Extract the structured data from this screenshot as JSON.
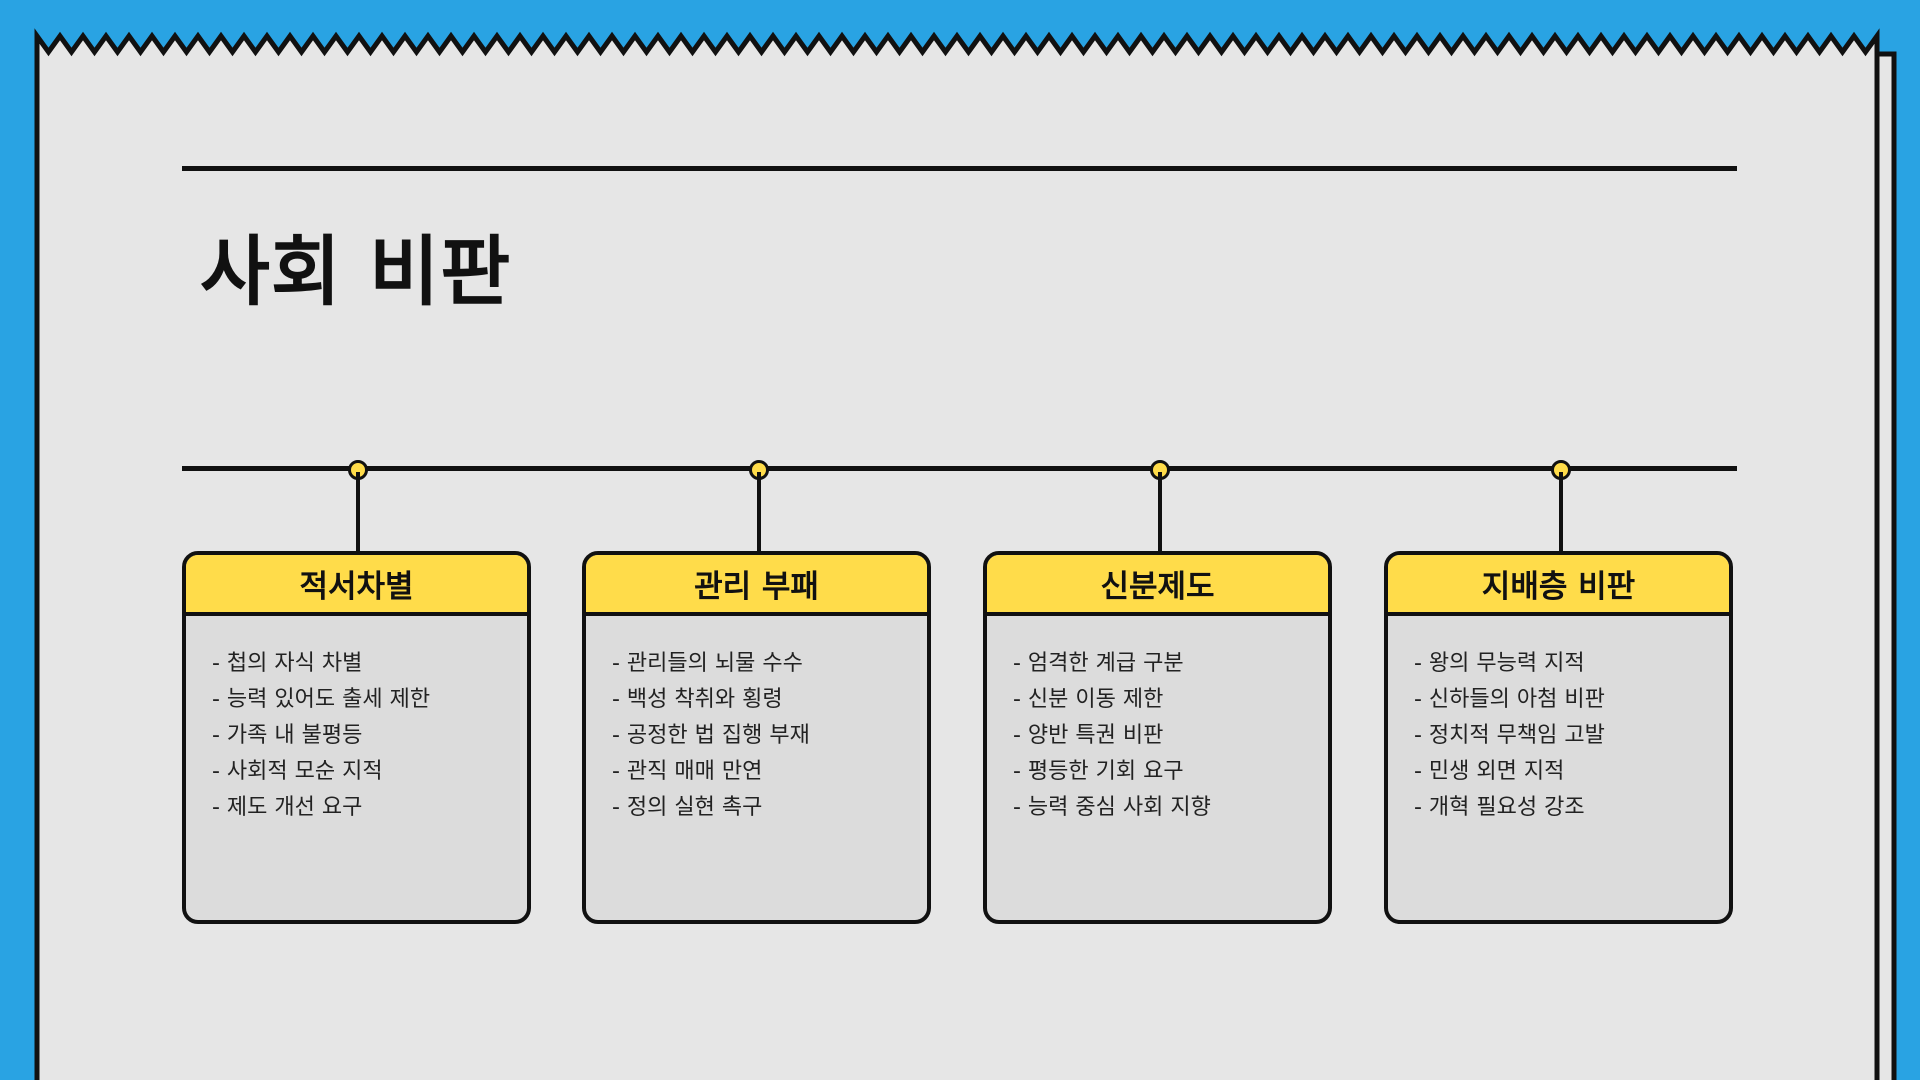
{
  "title": "사회 비판",
  "colors": {
    "background": "#29a3e3",
    "paper": "#e6e6e6",
    "card_header": "#ffdc4a",
    "card_body": "#dcdcdc",
    "ink": "#111111"
  },
  "cards": [
    {
      "title": "적서차별",
      "items": [
        "- 첩의 자식 차별",
        "- 능력 있어도 출세 제한",
        "- 가족 내 불평등",
        "- 사회적 모순 지적",
        "- 제도 개선 요구"
      ]
    },
    {
      "title": "관리 부패",
      "items": [
        "- 관리들의 뇌물 수수",
        "- 백성 착취와 횡령",
        "- 공정한 법 집행 부재",
        "- 관직 매매 만연",
        "- 정의 실현 촉구"
      ]
    },
    {
      "title": "신분제도",
      "items": [
        "- 엄격한 계급 구분",
        "- 신분 이동 제한",
        "- 양반 특권 비판",
        "- 평등한 기회 요구",
        "- 능력 중심 사회 지향"
      ]
    },
    {
      "title": "지배층 비판",
      "items": [
        "- 왕의 무능력 지적",
        "- 신하들의 아첨 비판",
        "- 정치적 무책임 고발",
        "- 민생 외면 지적",
        "- 개혁 필요성 강조"
      ]
    }
  ]
}
